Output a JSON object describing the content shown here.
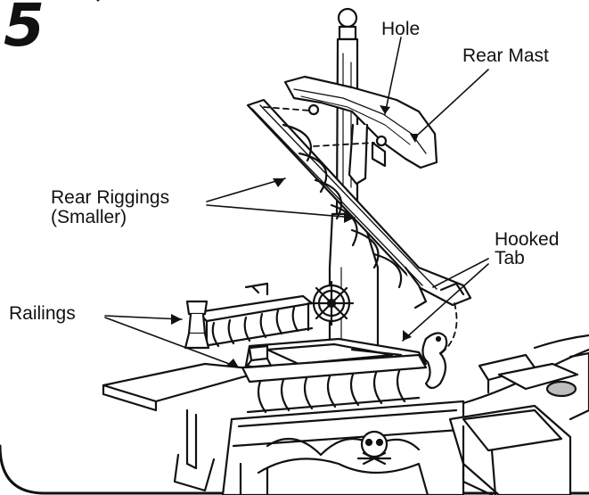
{
  "step_number": "5",
  "labels": {
    "hole": "Hole",
    "rear_mast": "Rear Mast",
    "rear_riggings_line1": "Rear Riggings",
    "rear_riggings_line2": "(Smaller)",
    "hooked_tab_line1": "Hooked",
    "hooked_tab_line2": "Tab",
    "railings": "Railings"
  },
  "colors": {
    "ink": "#111111",
    "paper": "#ffffff",
    "grey_fill": "#bdbdbd"
  }
}
